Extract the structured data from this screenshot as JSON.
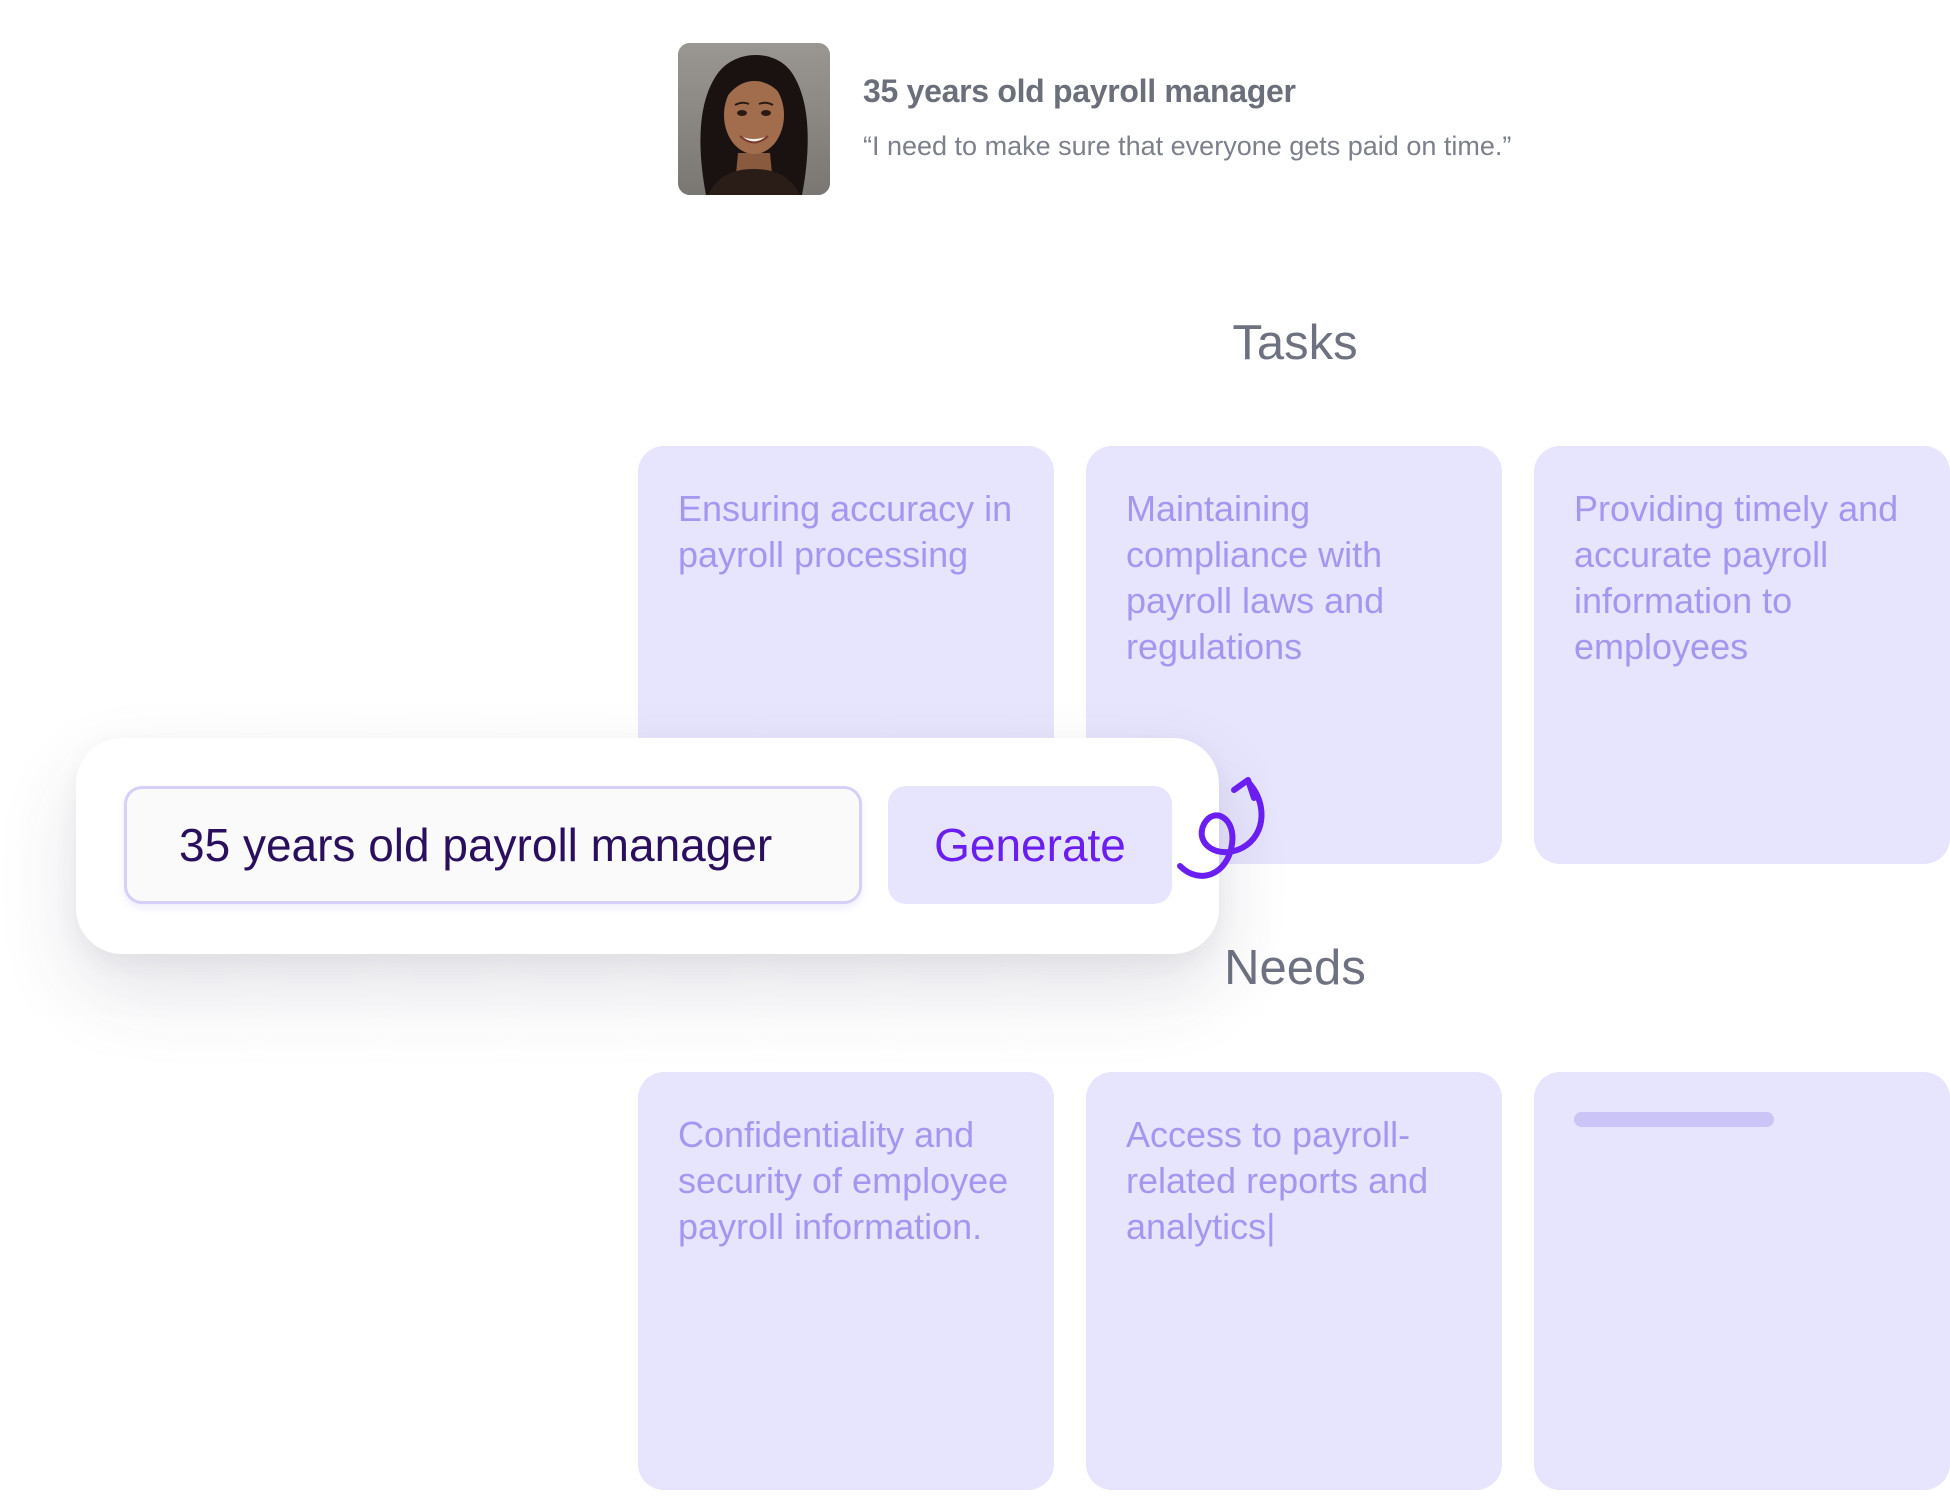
{
  "persona": {
    "title": "35 years old payroll manager",
    "quote": "“I need to make sure that everyone gets paid on time.”"
  },
  "tasks": {
    "heading": "Tasks",
    "items": [
      "Ensuring accuracy in payroll processing",
      "Maintaining compliance with payroll laws and regulations",
      "Providing timely and accurate payroll information to employees"
    ]
  },
  "needs": {
    "heading": "Needs",
    "items": [
      "Confidentiality and security of employee payroll information.",
      "Access to payroll-related reports and analytics|"
    ]
  },
  "generator": {
    "input_value": "35 years old payroll manager",
    "button_label": "Generate"
  },
  "colors": {
    "card_bg": "#e7e4fd",
    "card_text": "#a596f0",
    "accent": "#6a1ff0",
    "input_text": "#2a0f5e"
  },
  "icons": {
    "avatar": "persona-avatar",
    "swirl": "curly-arrow-icon"
  }
}
